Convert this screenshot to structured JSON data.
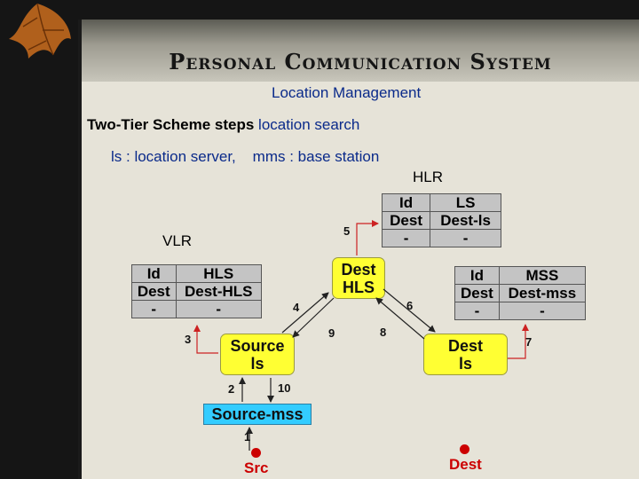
{
  "title": "Personal Communication System",
  "subtitle": "Location Management",
  "heading": {
    "prefix": "Two-Tier Scheme steps ",
    "highlight": "location search"
  },
  "legend": "ls : location server,    mms : base station",
  "labels": {
    "hlr": "HLR",
    "vlr": "VLR"
  },
  "hlr_table": {
    "rows": [
      [
        "Id",
        "LS"
      ],
      [
        "Dest",
        "Dest-ls"
      ],
      [
        "-",
        "-"
      ]
    ]
  },
  "vlr_table": {
    "rows": [
      [
        "Id",
        "HLS"
      ],
      [
        "Dest",
        "Dest-HLS"
      ],
      [
        "-",
        "-"
      ]
    ]
  },
  "mss_table": {
    "rows": [
      [
        "Id",
        "MSS"
      ],
      [
        "Dest",
        "Dest-mss"
      ],
      [
        "-",
        "-"
      ]
    ]
  },
  "nodes": {
    "dest_hls": [
      "Dest",
      "HLS"
    ],
    "source_ls": [
      "Source",
      "ls"
    ],
    "dest_ls": [
      "Dest",
      "ls"
    ],
    "source_mss": "Source-mss"
  },
  "steps": [
    "1",
    "2",
    "3",
    "4",
    "5",
    "6",
    "7",
    "8",
    "9",
    "10"
  ],
  "endpoints": {
    "src": "Src",
    "dest": "Dest"
  },
  "colors": {
    "node": "#ffff33",
    "source_mss": "#33ccff",
    "arrow": "#cc2222",
    "text_blue": "#0a2a8a"
  }
}
